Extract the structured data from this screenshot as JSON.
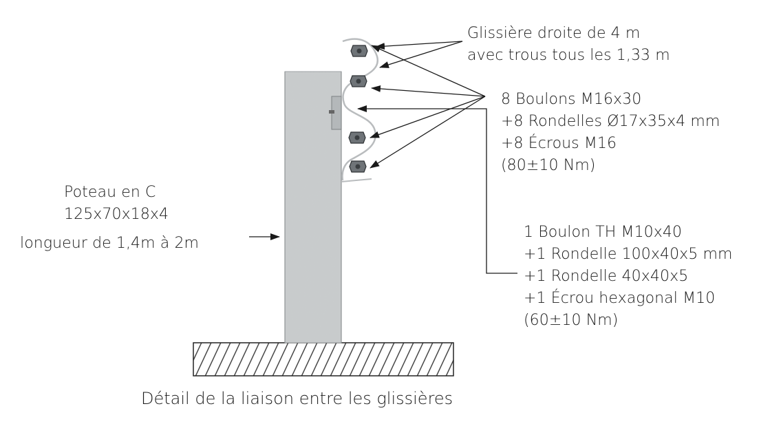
{
  "labels": {
    "glissiere": [
      "Glissière droite de 4 m",
      "avec trous tous les 1,33 m"
    ],
    "boulons": [
      "8 Boulons M16x30",
      "+8 Rondelles Ø17x35x4 mm",
      "+8 Écrous M16",
      "(80±10 Nm)"
    ],
    "boulon_th": [
      "1 Boulon TH M10x40",
      "+1 Rondelle 100x40x5 mm",
      "+1 Rondelle 40x40x5",
      "+1 Écrou hexagonal M10",
      "(60±10 Nm)"
    ],
    "poteau": [
      "Poteau en C",
      "125x70x18x4",
      "longueur de 1,4m à 2m"
    ]
  },
  "caption": "Détail de la liaison entre les glissières",
  "colors": {
    "post_fill": "#c9cccd",
    "line": "#1a1a1a",
    "ground_hatch": "#333333",
    "bolt_fill": "#6f7478"
  }
}
